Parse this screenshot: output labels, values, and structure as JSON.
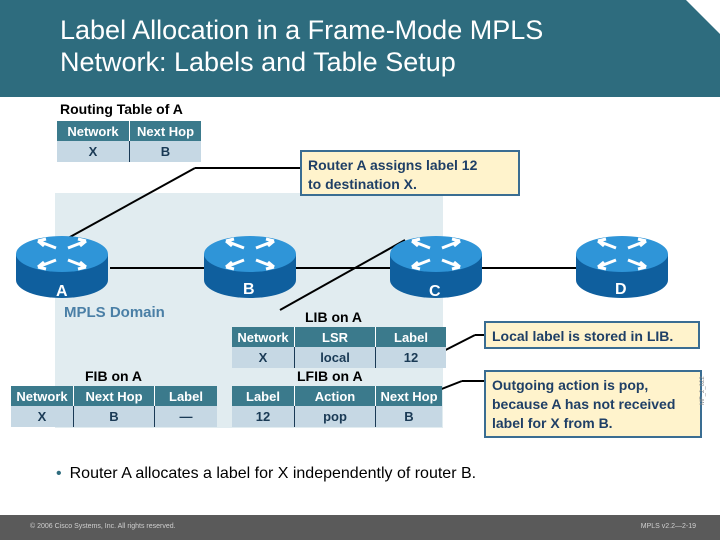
{
  "slide": {
    "title_line1": "Label Allocation in a Frame-Mode MPLS",
    "title_line2": "Network: Labels and Table Setup",
    "bullet": "Router A allocates a label for X independently of router B.",
    "footer_left": "© 2006 Cisco Systems, Inc. All rights reserved.",
    "footer_right": "MPLS v2.2—2-19",
    "side_code": "MF_2_022"
  },
  "network": {
    "domain_label": "MPLS Domain",
    "routers": [
      "A",
      "B",
      "C",
      "D"
    ],
    "icon": "router-icon"
  },
  "routing_table": {
    "caption": "Routing Table of A",
    "headers": [
      "Network",
      "Next Hop"
    ],
    "row": [
      "X",
      "B"
    ]
  },
  "lib": {
    "caption": "LIB on A",
    "headers": [
      "Network",
      "LSR",
      "Label"
    ],
    "row": [
      "X",
      "local",
      "12"
    ]
  },
  "fib": {
    "caption": "FIB on A",
    "headers": [
      "Network",
      "Next Hop",
      "Label"
    ],
    "row": [
      "X",
      "B",
      "—"
    ]
  },
  "lfib": {
    "caption": "LFIB on A",
    "headers": [
      "Label",
      "Action",
      "Next Hop"
    ],
    "row": [
      "12",
      "pop",
      "B"
    ]
  },
  "callouts": {
    "assign_line1": "Router A assigns label 12",
    "assign_line2": "to destination X.",
    "stored": "Local label is stored in LIB.",
    "outgoing_line1": "Outgoing action is pop,",
    "outgoing_line2": "because A has not received",
    "outgoing_line3": "label for X from B."
  },
  "colors": {
    "header_bg": "#2e6c7e",
    "table_header": "#3b7a8c",
    "table_cell": "#c6d8e4",
    "callout_bg": "#fff3cc",
    "router_body": "#1a7fc6"
  }
}
